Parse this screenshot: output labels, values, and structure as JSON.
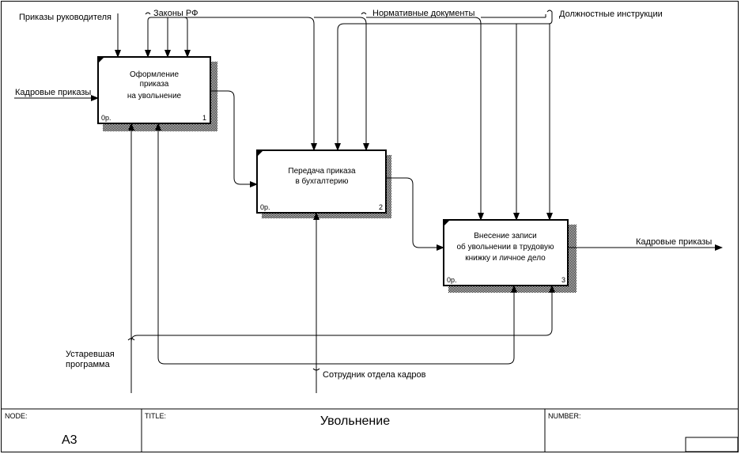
{
  "labels": {
    "prikazy_rukovoditelya": "Приказы руководителя",
    "zakony_rf": "Законы РФ",
    "normativnye_dokumenty": "Нормативные документы",
    "dolzhnostnye_instrukcii": "Должностные инструкции",
    "kadrovye_prikazy_in": "Кадровые приказы",
    "kadrovye_prikazy_out": "Кадровые приказы",
    "ustarevshaya_line1": "Устаревшая",
    "ustarevshaya_line2": "программа",
    "sotrudnik": "Сотрудник отдела кадров"
  },
  "boxes": [
    {
      "lines": [
        "Оформление",
        "приказа",
        "на увольнение"
      ],
      "cost": "0р.",
      "number": "1"
    },
    {
      "lines": [
        "Передача приказа",
        "в бухгалтерию"
      ],
      "cost": "0р.",
      "number": "2"
    },
    {
      "lines": [
        "Внесение записи",
        "об увольнении в трудовую",
        "книжку и личное дело"
      ],
      "cost": "0р.",
      "number": "3"
    }
  ],
  "footer": {
    "node_label": "NODE:",
    "node_value": "A3",
    "title_label": "TITLE:",
    "title_value": "Увольнение",
    "number_label": "NUMBER:"
  },
  "colors": {
    "line": "#000000",
    "background": "#ffffff"
  }
}
